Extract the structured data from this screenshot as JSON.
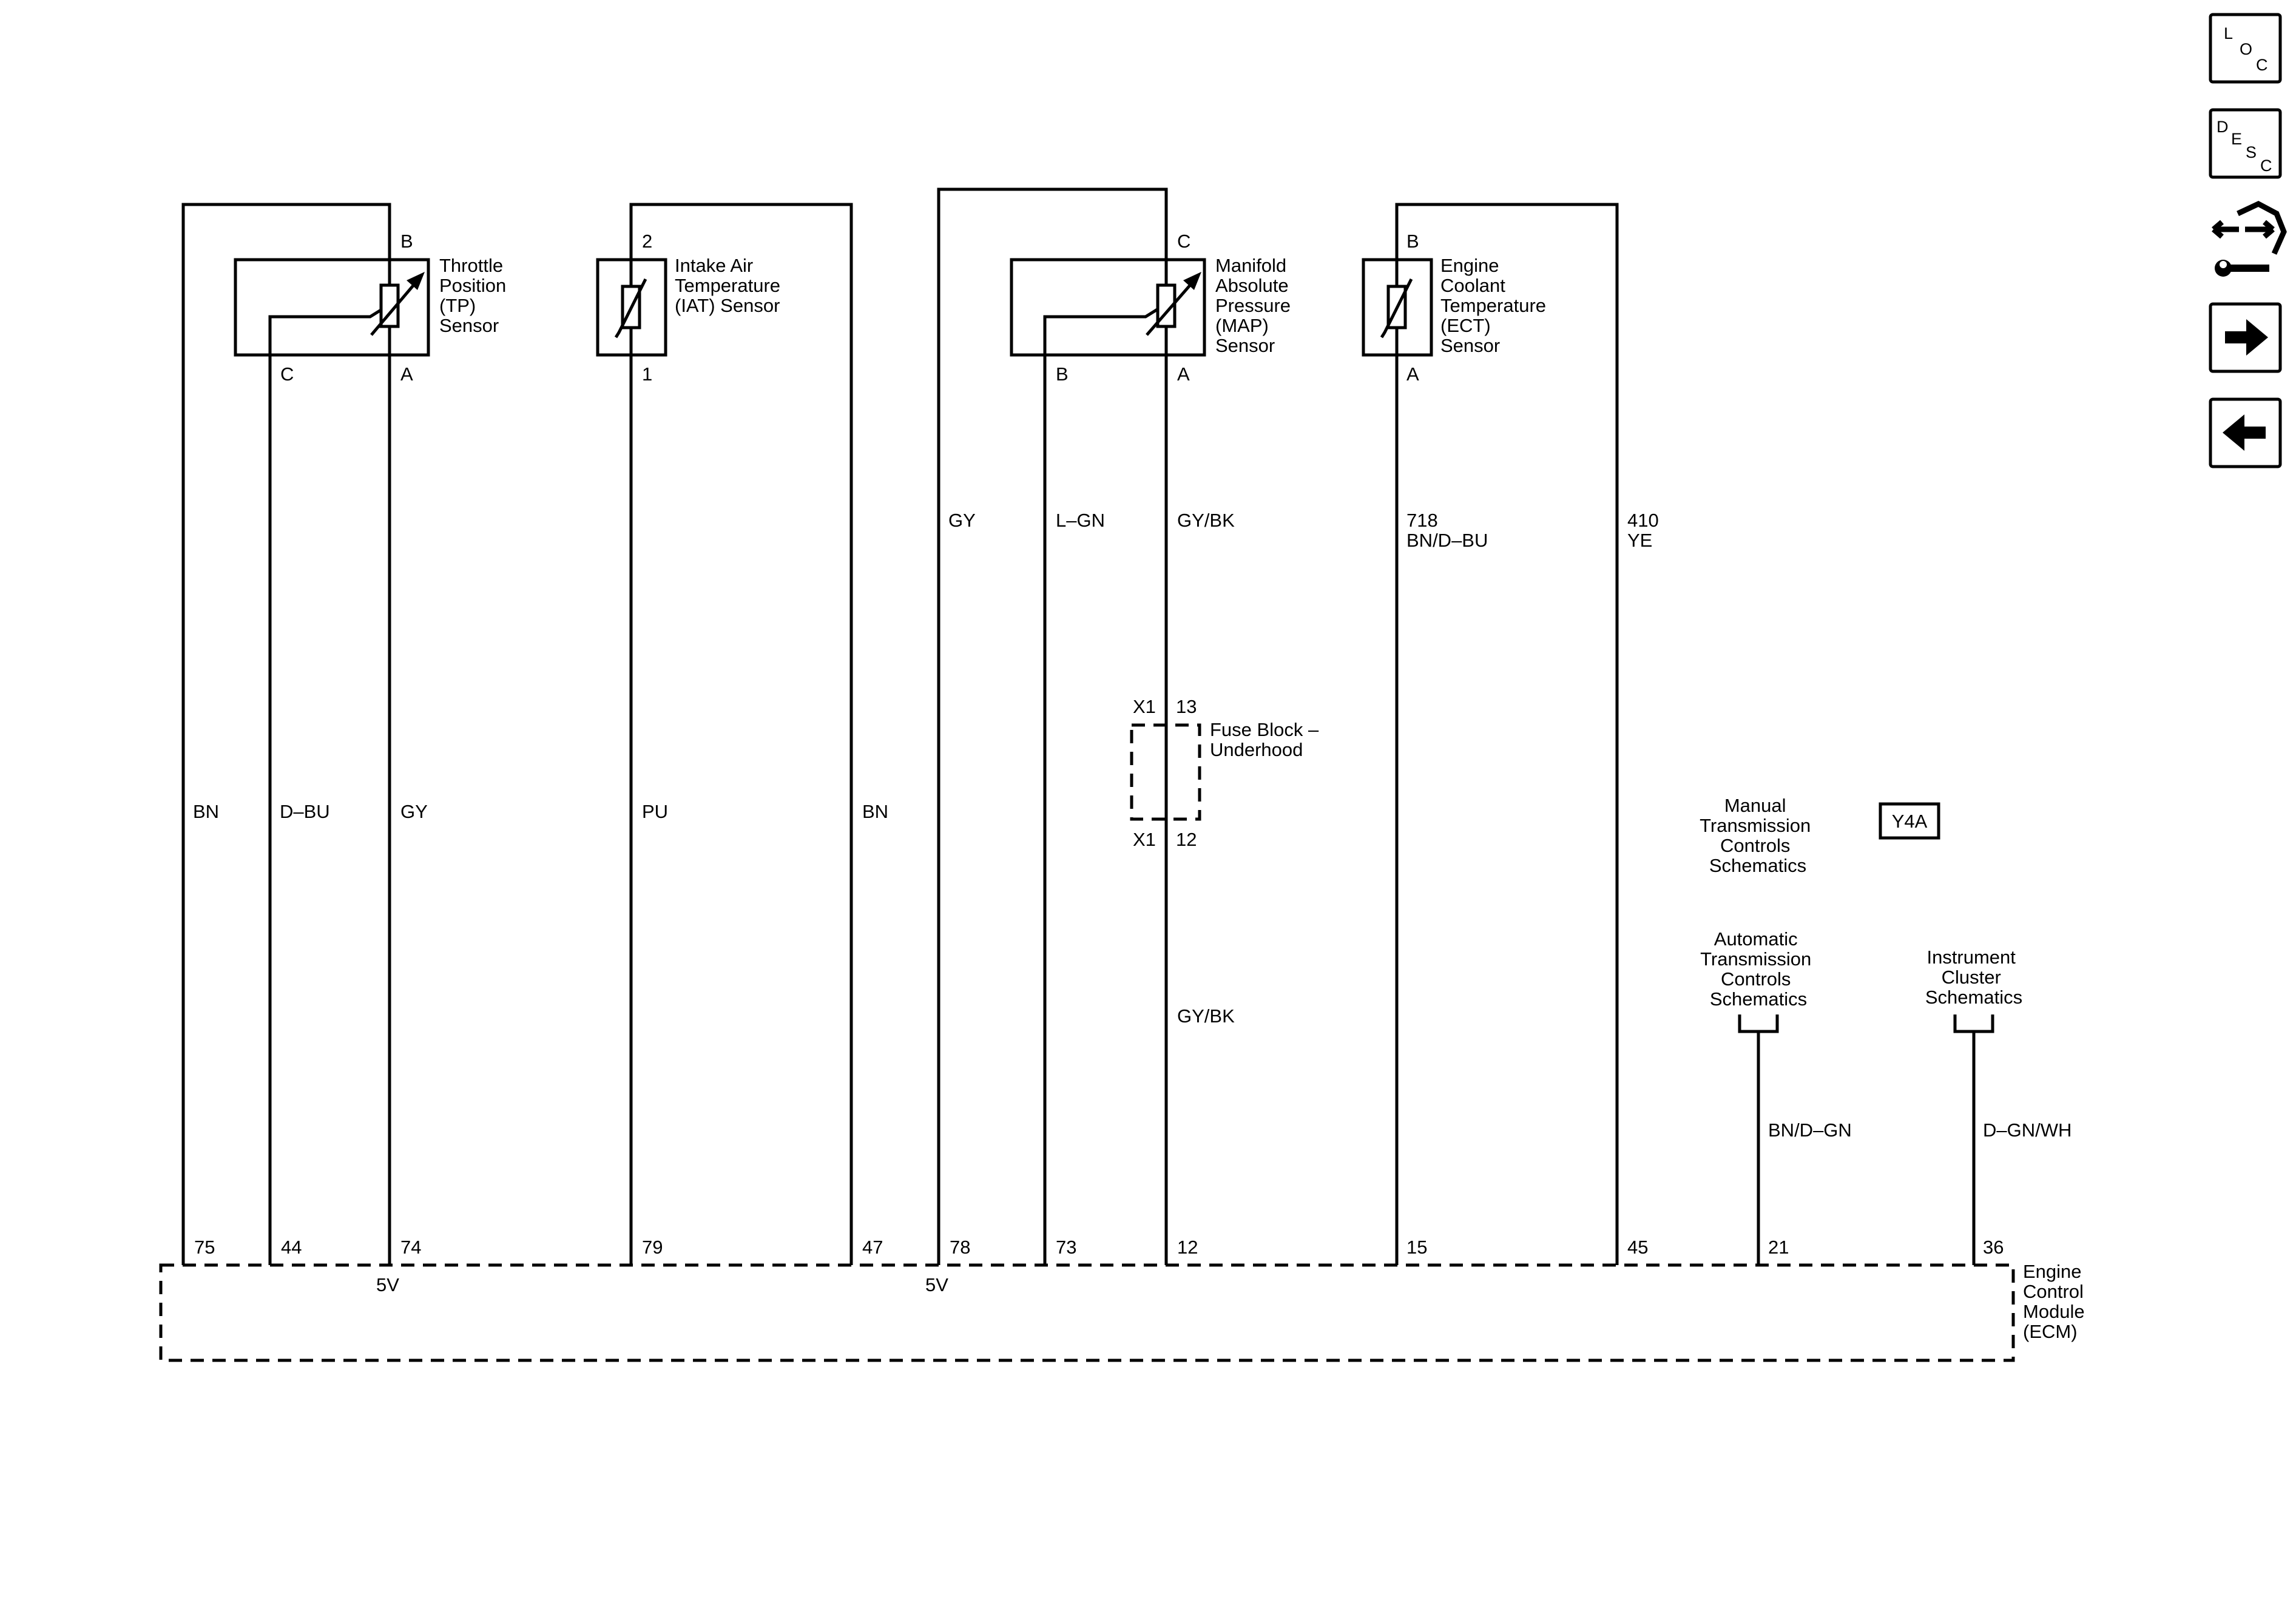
{
  "sensors": {
    "tp": {
      "name": [
        "Throttle",
        "Position",
        "(TP)",
        "Sensor"
      ],
      "pins": {
        "top": "B",
        "left": "C",
        "right": "A"
      }
    },
    "iat": {
      "name": [
        "Intake Air",
        "Temperature",
        "(IAT) Sensor"
      ],
      "pins": {
        "top": "2",
        "bottom": "1"
      }
    },
    "map": {
      "name": [
        "Manifold",
        "Absolute",
        "Pressure",
        "(MAP)",
        "Sensor"
      ],
      "pins": {
        "top": "C",
        "left": "B",
        "right": "A"
      }
    },
    "ect": {
      "name": [
        "Engine",
        "Coolant",
        "Temperature",
        "(ECT)",
        "Sensor"
      ],
      "pins": {
        "top": "B",
        "bottom": "A"
      }
    }
  },
  "wire_colors": {
    "tp_bn": "BN",
    "tp_dbu": "D–BU",
    "tp_gy": "GY",
    "iat_pu": "PU",
    "iat_bn": "BN",
    "map_gy": "GY",
    "map_lgn": "L–GN",
    "map_gybk_upper": "GY/BK",
    "map_gybk_lower": "GY/BK",
    "ect_circuit": "718",
    "ect_color": "BN/D–BU",
    "ye_circuit": "410",
    "ye_color": "YE",
    "atc_color": "BN/D–GN",
    "ic_color": "D–GN/WH"
  },
  "fuse_block": {
    "name": [
      "Fuse Block –",
      "Underhood"
    ],
    "upper_conn": "X1",
    "upper_pin": "13",
    "lower_conn": "X1",
    "lower_pin": "12"
  },
  "ecm": {
    "name": [
      "Engine",
      "Control",
      "Module",
      "(ECM)"
    ],
    "pins": [
      "75",
      "44",
      "74",
      "79",
      "47",
      "78",
      "73",
      "12",
      "15",
      "45",
      "21",
      "36"
    ],
    "ref_5v_a": "5V",
    "ref_5v_b": "5V"
  },
  "references": {
    "manual_trans": [
      "Manual",
      "Transmission",
      "Controls",
      "Schematics"
    ],
    "option_code": "Y4A",
    "auto_trans": [
      "Automatic",
      "Transmission",
      "Controls",
      "Schematics"
    ],
    "instrument_cluster": [
      "Instrument",
      "Cluster",
      "Schematics"
    ]
  },
  "nav": {
    "loc": [
      "L",
      "O",
      "C"
    ],
    "desc": [
      "D",
      "E",
      "S",
      "C"
    ],
    "diagnostic_icon": "connector-diagnostic-icon",
    "next_icon": "arrow-right-icon",
    "prev_icon": "arrow-left-icon"
  }
}
